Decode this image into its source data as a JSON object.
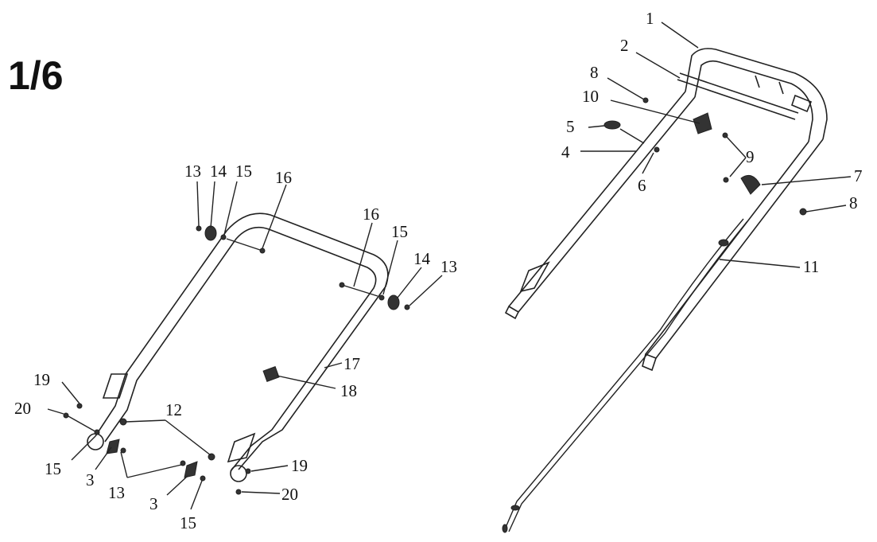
{
  "page_label": "1/6",
  "left_assembly": {
    "labels": [
      "13",
      "14",
      "15",
      "16",
      "16",
      "15",
      "14",
      "13",
      "17",
      "18",
      "19",
      "20",
      "12",
      "15",
      "3",
      "13",
      "3",
      "15",
      "19",
      "20"
    ]
  },
  "right_assembly": {
    "labels": [
      "1",
      "2",
      "8",
      "10",
      "5",
      "4",
      "6",
      "9",
      "7",
      "8",
      "11"
    ]
  }
}
